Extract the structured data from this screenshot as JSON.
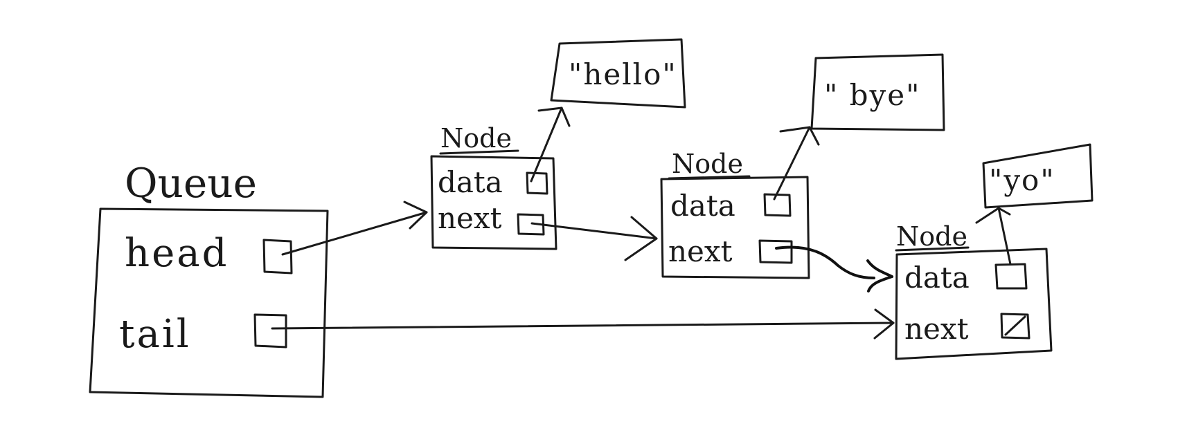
{
  "queue": {
    "title": "Queue",
    "fields": [
      "head",
      "tail"
    ]
  },
  "nodes": [
    {
      "label": "Node",
      "fields": [
        "data",
        "next"
      ],
      "value": "\"hello\""
    },
    {
      "label": "Node",
      "fields": [
        "data",
        "next"
      ],
      "value": "\" bye\""
    },
    {
      "label": "Node",
      "fields": [
        "data",
        "next"
      ],
      "value": "\"yo\""
    }
  ]
}
